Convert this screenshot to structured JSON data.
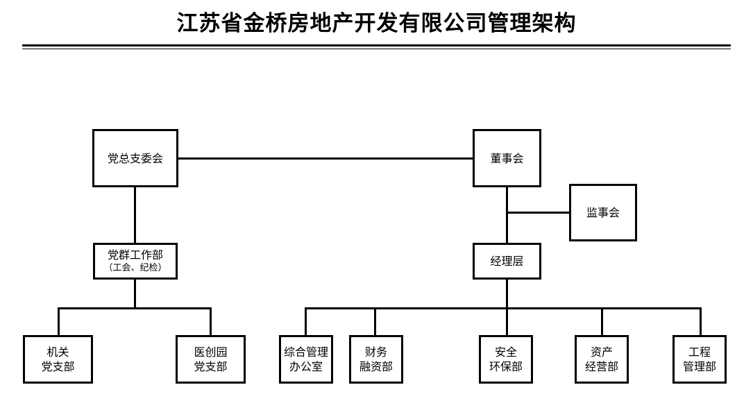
{
  "title": "江苏省金桥房地产开发有限公司管理架构",
  "colors": {
    "ink": "#000000",
    "paper": "#ffffff"
  },
  "nodes": {
    "party_committee": {
      "line1": "党总支委会",
      "line2": ""
    },
    "board_directors": {
      "line1": "董事会",
      "line2": ""
    },
    "board_supervisors": {
      "line1": "监事会",
      "line2": ""
    },
    "party_work_dept": {
      "line1": "党群工作部",
      "line2": "（工会、纪检）"
    },
    "management_level": {
      "line1": "经理层",
      "line2": ""
    },
    "branch_agency": {
      "line1": "机关",
      "line2": "党支部"
    },
    "branch_yichuang": {
      "line1": "医创园",
      "line2": "党支部"
    },
    "dept_general_admin": {
      "line1": "综合管理",
      "line2": "办公室"
    },
    "dept_finance": {
      "line1": "财务",
      "line2": "融资部"
    },
    "dept_safety": {
      "line1": "安全",
      "line2": "环保部"
    },
    "dept_asset": {
      "line1": "资产",
      "line2": "经营部"
    },
    "dept_engineering": {
      "line1": "工程",
      "line2": "管理部"
    }
  },
  "chart_data": {
    "type": "diagram",
    "subtype": "organization-chart",
    "title": "江苏省金桥房地产开发有限公司管理架构",
    "orientation": "top-down",
    "levels": [
      [
        "党总支委会",
        "董事会"
      ],
      [
        "监事会"
      ],
      [
        "党群工作部（工会、纪检）",
        "经理层"
      ],
      [
        "机关党支部",
        "医创园党支部",
        "综合管理办公室",
        "财务融资部",
        "安全环保部",
        "资产经营部",
        "工程管理部"
      ]
    ],
    "edges": [
      {
        "from": "党总支委会",
        "to": "董事会",
        "style": "horizontal"
      },
      {
        "from": "党总支委会",
        "to": "党群工作部（工会、纪检）",
        "style": "vertical"
      },
      {
        "from": "党群工作部（工会、纪检）",
        "to": "机关党支部",
        "style": "elbow"
      },
      {
        "from": "党群工作部（工会、纪检）",
        "to": "医创园党支部",
        "style": "elbow"
      },
      {
        "from": "董事会",
        "to": "监事会",
        "style": "elbow"
      },
      {
        "from": "董事会",
        "to": "经理层",
        "style": "vertical"
      },
      {
        "from": "经理层",
        "to": "综合管理办公室",
        "style": "elbow"
      },
      {
        "from": "经理层",
        "to": "财务融资部",
        "style": "elbow"
      },
      {
        "from": "经理层",
        "to": "安全环保部",
        "style": "elbow"
      },
      {
        "from": "经理层",
        "to": "资产经营部",
        "style": "elbow"
      },
      {
        "from": "经理层",
        "to": "工程管理部",
        "style": "elbow"
      }
    ]
  }
}
